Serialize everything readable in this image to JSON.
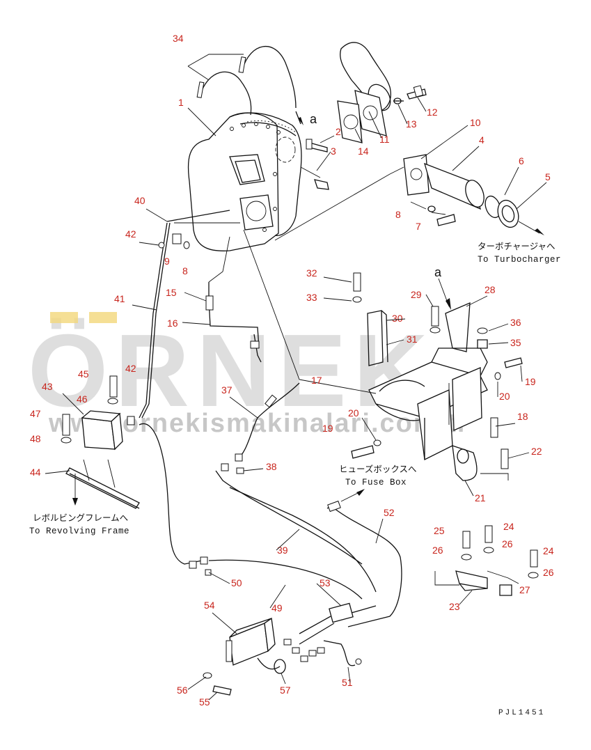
{
  "watermark": {
    "brand": "ÖRNEK",
    "url": "www.ornekismakinalari.com.tr",
    "color": "#b8b8b8",
    "accent_color": "#f2d77a"
  },
  "drawing_code": "PJL1451",
  "view_marker": "a",
  "callouts": {
    "c1": "1",
    "c2": "2",
    "c3": "3",
    "c4": "4",
    "c5": "5",
    "c6": "6",
    "c7": "7",
    "c8a": "8",
    "c8b": "8",
    "c9": "9",
    "c10": "10",
    "c11": "11",
    "c12": "12",
    "c13": "13",
    "c14": "14",
    "c15": "15",
    "c16": "16",
    "c17": "17",
    "c18": "18",
    "c19a": "19",
    "c19b": "19",
    "c20a": "20",
    "c20b": "20",
    "c21": "21",
    "c22": "22",
    "c23": "23",
    "c24a": "24",
    "c24b": "24",
    "c25": "25",
    "c26a": "26",
    "c26b": "26",
    "c26c": "26",
    "c27": "27",
    "c28": "28",
    "c29": "29",
    "c30": "30",
    "c31": "31",
    "c32": "32",
    "c33": "33",
    "c34": "34",
    "c35": "35",
    "c36": "36",
    "c37": "37",
    "c38": "38",
    "c39": "39",
    "c40": "40",
    "c41": "41",
    "c42a": "42",
    "c42b": "42",
    "c43": "43",
    "c44": "44",
    "c45": "45",
    "c46": "46",
    "c47": "47",
    "c48": "48",
    "c49": "49",
    "c50": "50",
    "c51": "51",
    "c52": "52",
    "c53": "53",
    "c54": "54",
    "c55": "55",
    "c56": "56",
    "c57": "57"
  },
  "notes": {
    "turbo_jp": "ターボチャージャへ",
    "turbo_en": "To Turbocharger",
    "fuse_jp": "ヒューズボックスへ",
    "fuse_en": "To Fuse Box",
    "frame_jp": "レボルビングフレームへ",
    "frame_en": "To Revolving Frame"
  },
  "colors": {
    "callout": "#c8241c",
    "line": "#111111"
  }
}
